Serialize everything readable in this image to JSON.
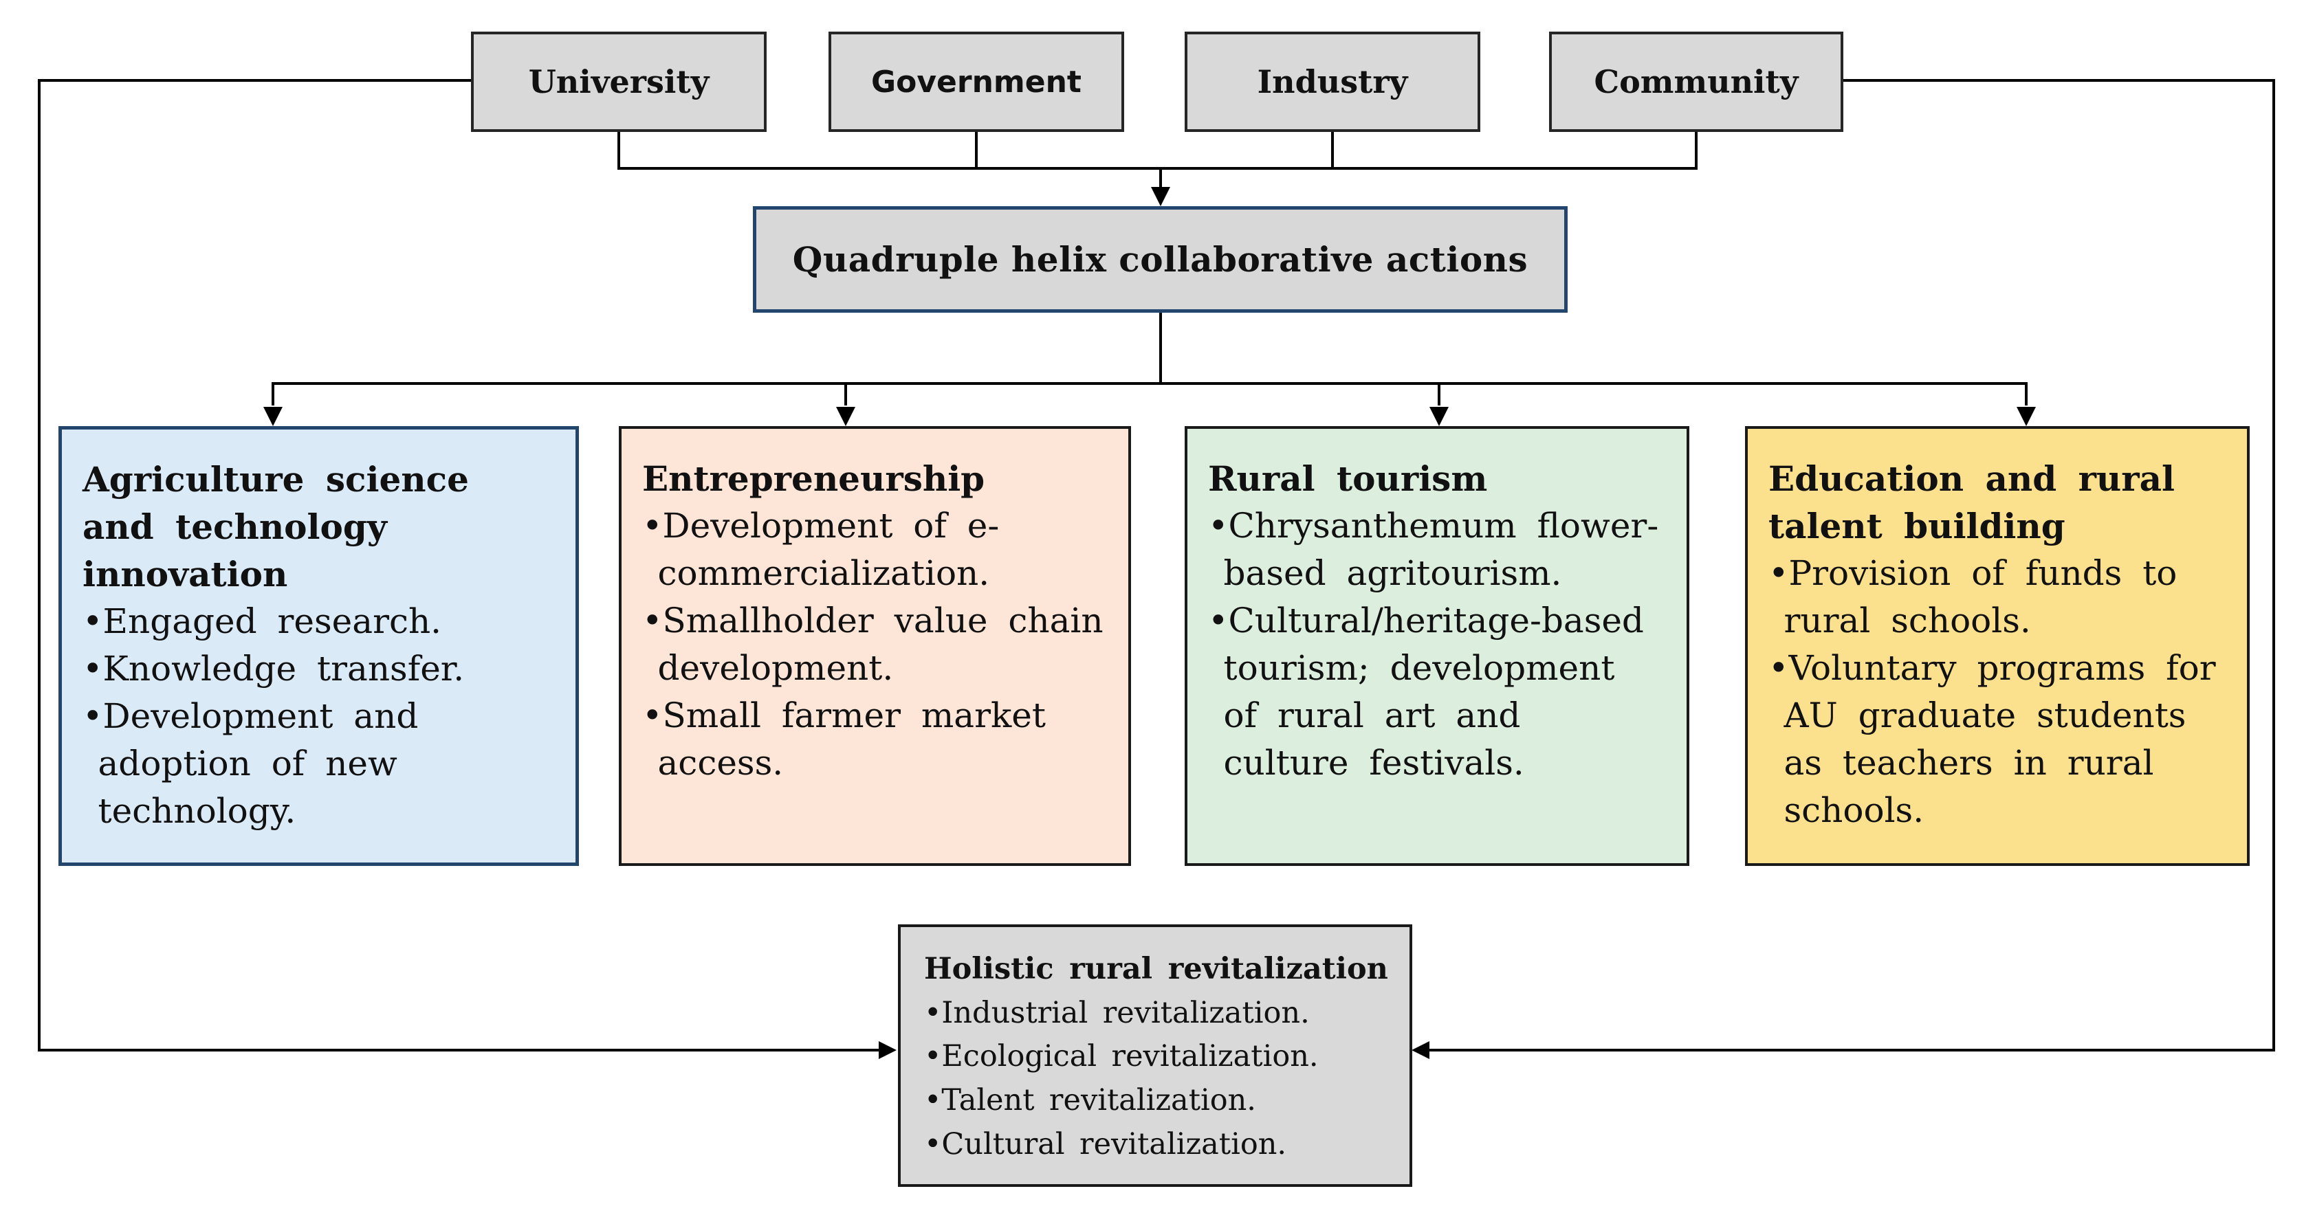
{
  "colors": {
    "panel_gray": "#d9d9d9",
    "line_black": "#000000",
    "text": "#111111"
  },
  "top_actors": [
    {
      "label": "University"
    },
    {
      "label": "Government"
    },
    {
      "label": "Industry"
    },
    {
      "label": "Community"
    }
  ],
  "hub": {
    "label": "Quadruple helix collaborative actions",
    "fill": "#d8d8d8",
    "border_color": "#24466e"
  },
  "action_boxes": [
    {
      "title": "Agriculture science and technology innovation",
      "bullets": [
        "Engaged research.",
        "Knowledge transfer.",
        "Development and adoption of new technology."
      ],
      "fill": "#dbeaf7",
      "border_color": "#24456b"
    },
    {
      "title": "Entrepreneurship",
      "bullets": [
        "Development of e-commercialization.",
        "Smallholder value chain development.",
        "Small farmer market access."
      ],
      "fill": "#fde5d7",
      "border_color": "#1a1a1a"
    },
    {
      "title": "Rural tourism",
      "bullets": [
        "Chrysanthemum flower-based agritourism.",
        "Cultural/heritage-based tourism; development of rural art and culture festivals."
      ],
      "fill": "#dceedd",
      "border_color": "#1a1a1a"
    },
    {
      "title": "Education and rural talent building",
      "bullets": [
        "Provision of funds to rural schools.",
        "Voluntary programs for AU graduate students as teachers in rural schools."
      ],
      "fill": "#fbe08d",
      "border_color": "#1a1a1a"
    }
  ],
  "outcome": {
    "title": "Holistic rural revitalization",
    "bullets": [
      "Industrial revitalization.",
      "Ecological revitalization.",
      "Talent revitalization.",
      "Cultural revitalization."
    ],
    "fill": "#d9d9d9",
    "border_color": "#1a1a1a"
  }
}
